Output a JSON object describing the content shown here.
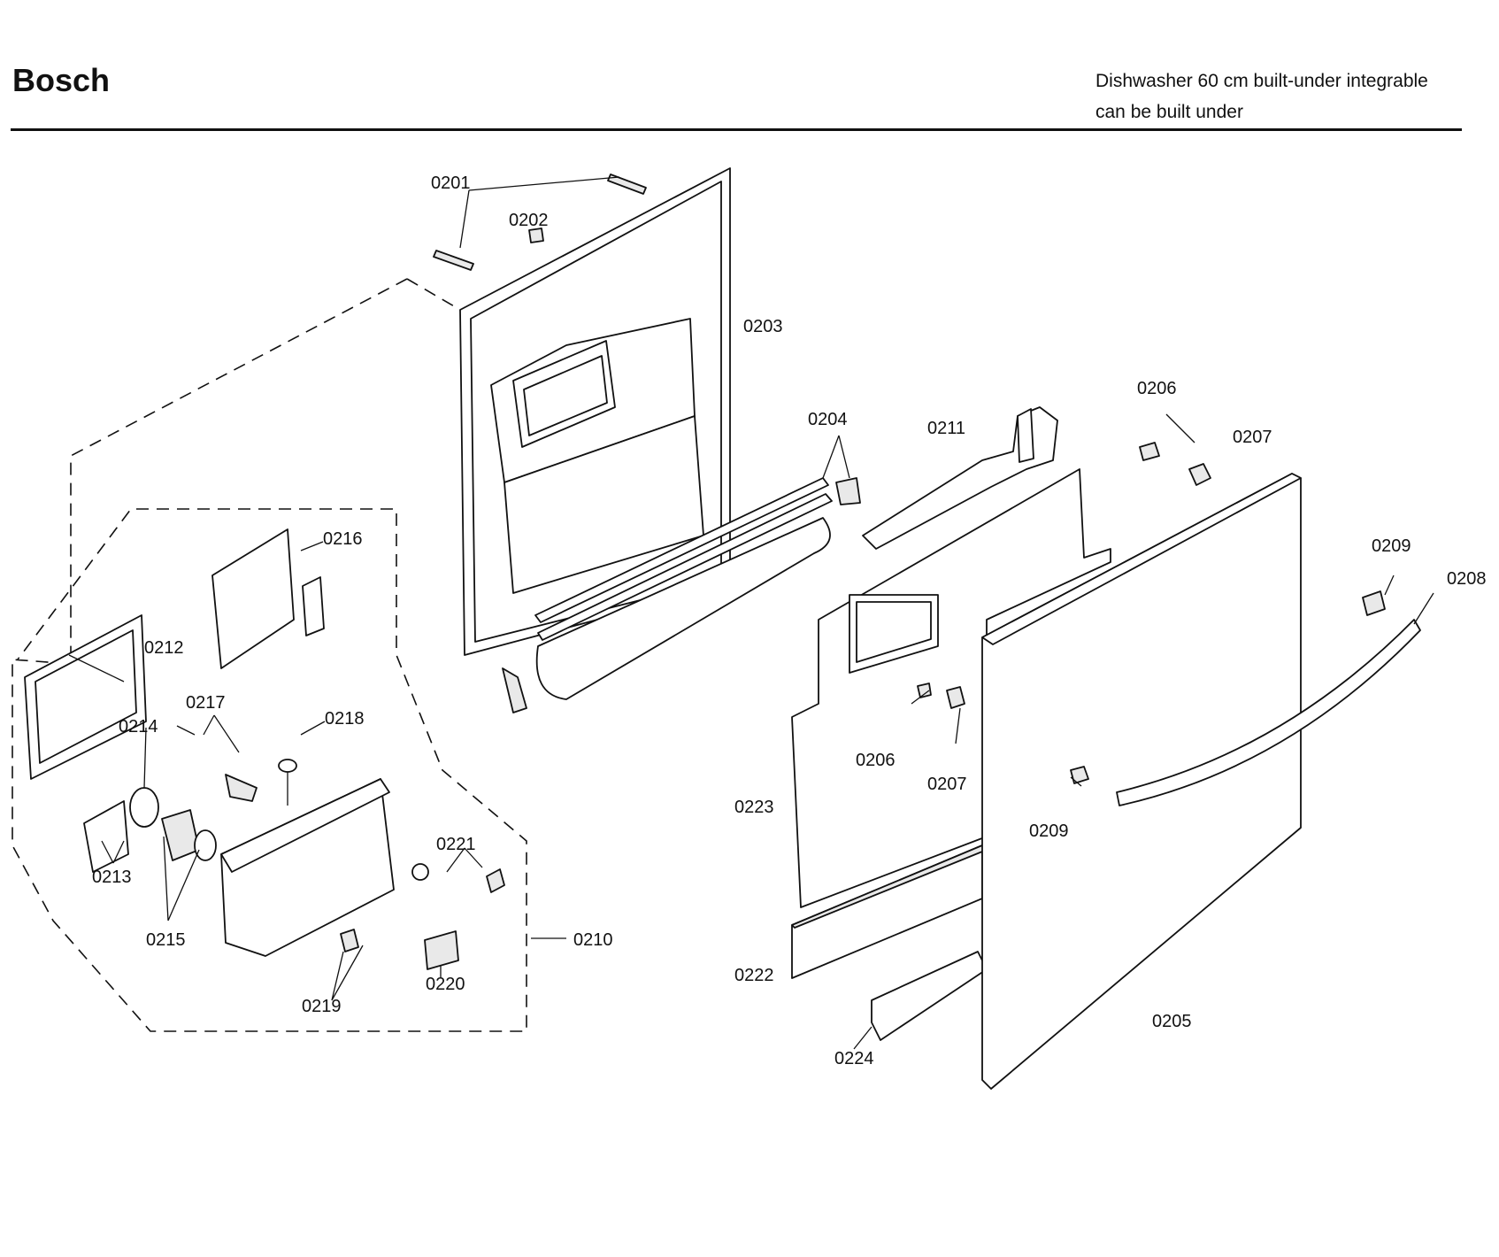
{
  "header": {
    "brand": "Bosch",
    "subtitle_line1": "Dishwasher 60 cm built-under integrable",
    "subtitle_line2": "can be built under"
  },
  "callouts": {
    "c0201": "0201",
    "c0202": "0202",
    "c0203": "0203",
    "c0204": "0204",
    "c0205": "0205",
    "c0206a": "0206",
    "c0206b": "0206",
    "c0207a": "0207",
    "c0207b": "0207",
    "c0208": "0208",
    "c0209a": "0209",
    "c0209b": "0209",
    "c0210": "0210",
    "c0211": "0211",
    "c0212": "0212",
    "c0213": "0213",
    "c0214": "0214",
    "c0215": "0215",
    "c0216": "0216",
    "c0217": "0217",
    "c0218": "0218",
    "c0219": "0219",
    "c0220": "0220",
    "c0221": "0221",
    "c0222": "0222",
    "c0223": "0223",
    "c0224": "0224"
  }
}
